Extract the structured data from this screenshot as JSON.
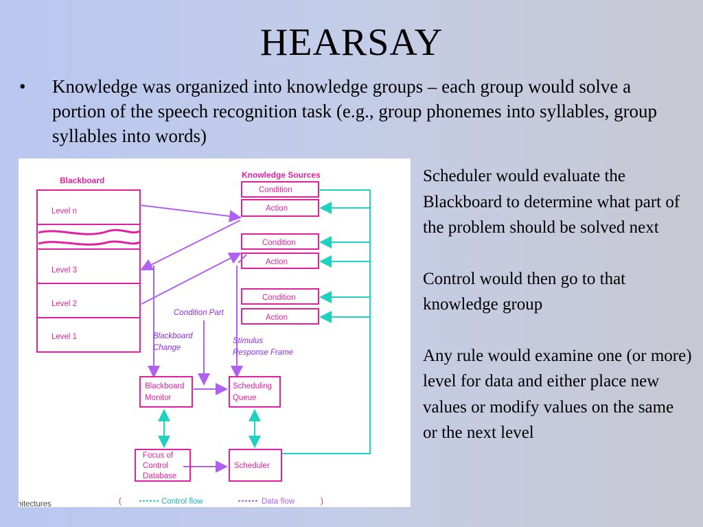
{
  "slide": {
    "title": "HEARSAY",
    "bullet_symbol": "•",
    "bullet_text": "Knowledge was organized into knowledge groups – each group would solve a portion of the speech recognition task (e.g., group phonemes into syllables, group syllables into words)"
  },
  "notes": [
    "Scheduler would evaluate the Blackboard to determine what part of the problem should be solved next",
    "Control would then go to that knowledge group",
    "Any rule would examine one (or more) level for data and either place new values or modify values on the same or the next level"
  ],
  "diagram": {
    "blackboard_title": "Blackboard",
    "levels": [
      "Level n",
      "Level 3",
      "Level 2",
      "Level 1"
    ],
    "ks_title": "Knowledge Sources",
    "ks_pairs": [
      {
        "condition": "Condition",
        "action": "Action"
      },
      {
        "condition": "Condition",
        "action": "Action"
      },
      {
        "condition": "Condition",
        "action": "Action"
      }
    ],
    "condition_part": "Condition Part",
    "blackboard_change": [
      "Blackboard",
      "Change"
    ],
    "stimulus_frame": [
      "Stimulus",
      "Response Frame"
    ],
    "bb_monitor": [
      "Blackboard",
      "Monitor"
    ],
    "scheduling_queue": [
      "Scheduling",
      "Queue"
    ],
    "focus_db": [
      "Focus of",
      "Control",
      "Database"
    ],
    "scheduler": "Scheduler",
    "legend": {
      "open": "(",
      "control": "Control flow",
      "data": "Data flow",
      "close": ")",
      "truncated_left": "hitectures"
    },
    "colors": {
      "box": "#e020a0",
      "control": "#20d0c0",
      "data": "#b060f0"
    }
  }
}
